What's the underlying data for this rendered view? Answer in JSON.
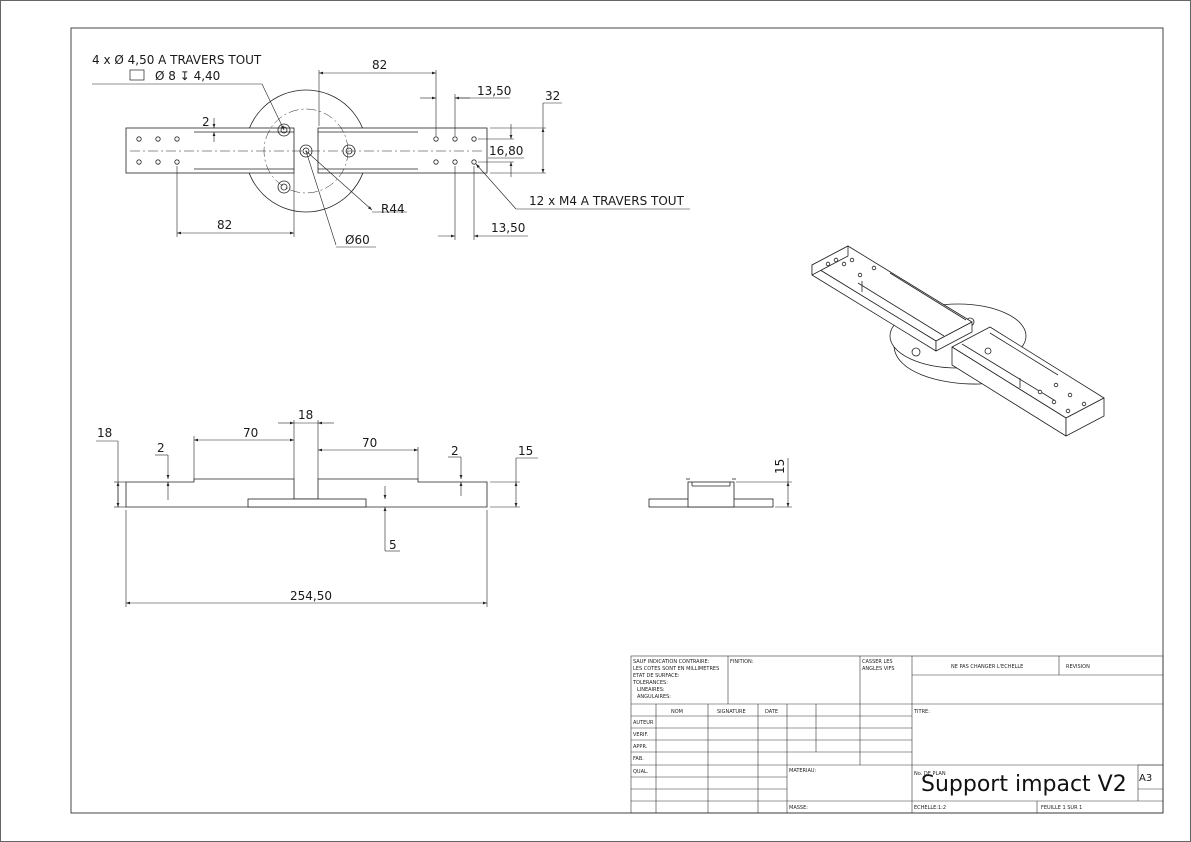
{
  "drawing": {
    "top_view": {
      "callout_holes_line1": "4 x Ø  4,50 A TRAVERS TOUT",
      "callout_holes_line2": "Ø 8 ↧ 4,40",
      "dim_82_top": "82",
      "dim_13_50_top": "13,50",
      "dim_32": "32",
      "dim_2": "2",
      "dim_16_80": "16,80",
      "dim_r44": "R44",
      "callout_m4": "12 x M4 A TRAVERS TOUT",
      "dim_82_bottom": "82",
      "dim_13_50_bottom": "13,50",
      "dim_dia60": "Ø60"
    },
    "front_view": {
      "dim_18_top": "18",
      "dim_18_left": "18",
      "dim_2_left": "2",
      "dim_70_left": "70",
      "dim_70_right": "70",
      "dim_2_right": "2",
      "dim_15": "15",
      "dim_5": "5",
      "dim_254_50": "254,50"
    },
    "side_view": {
      "dim_15": "15"
    }
  },
  "title_block": {
    "general_notes": [
      "SAUF INDICATION CONTRAIRE:",
      "LES COTES SONT EN MILLIMETRES",
      "ETAT DE SURFACE:",
      "TOLERANCES:",
      "LINEAIRES:",
      "ANGULAIRES:"
    ],
    "finish_label": "FINITION:",
    "break_edges_label": [
      "CASSER LES",
      "ANGLES VIFS"
    ],
    "no_scale_label": "NE PAS CHANGER L'ECHELLE",
    "revision_label": "REVISION",
    "col_headers": [
      "NOM",
      "SIGNATURE",
      "DATE"
    ],
    "row_labels": [
      "AUTEUR",
      "VERIF.",
      "APPR.",
      "FAB.",
      "QUAL."
    ],
    "title_label": "TITRE:",
    "material_label": "MATERIAU:",
    "drawing_no_label": "No. DE PLAN",
    "drawing_title": "Support impact V2",
    "sheet_size": "A3",
    "mass_label": "MASSE:",
    "scale_label": "ECHELLE:1:2",
    "sheet_label": "FEUILLE 1 SUR 1"
  }
}
